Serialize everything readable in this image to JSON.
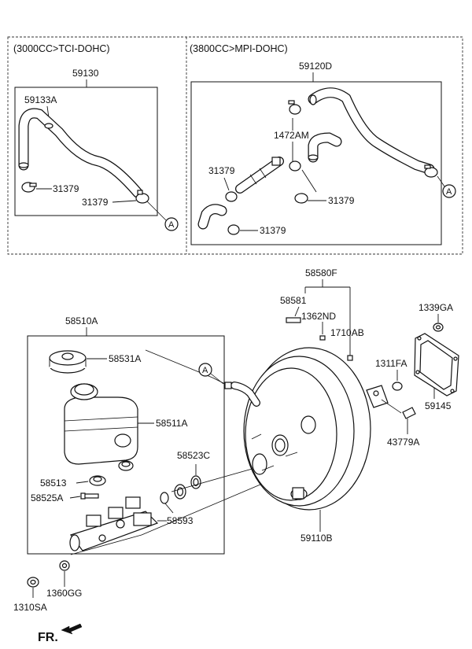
{
  "sections": {
    "tci_header": "(3000CC>TCI-DOHC)",
    "mpi_header": "(3800CC>MPI-DOHC)"
  },
  "labels": {
    "p59130": "59130",
    "p59133A": "59133A",
    "p31379_a": "31379",
    "p31379_b": "31379",
    "p59120D": "59120D",
    "p1472AM": "1472AM",
    "p31379_c": "31379",
    "p31379_d": "31379",
    "p31379_e": "31379",
    "p58580F": "58580F",
    "p58581": "58581",
    "p1362ND": "1362ND",
    "p1710AB": "1710AB",
    "p1339GA": "1339GA",
    "p1311FA": "1311FA",
    "p59145": "59145",
    "p43779A": "43779A",
    "p58510A": "58510A",
    "p58531A": "58531A",
    "p58511A": "58511A",
    "p58523C": "58523C",
    "p58513": "58513",
    "p58525A": "58525A",
    "p58593": "58593",
    "p59110B": "59110B",
    "p1360GG": "1360GG",
    "p1310SA": "1310SA"
  },
  "callouts": {
    "a1": "A",
    "a2": "A",
    "a3": "A"
  },
  "direction": {
    "fr": "FR."
  }
}
